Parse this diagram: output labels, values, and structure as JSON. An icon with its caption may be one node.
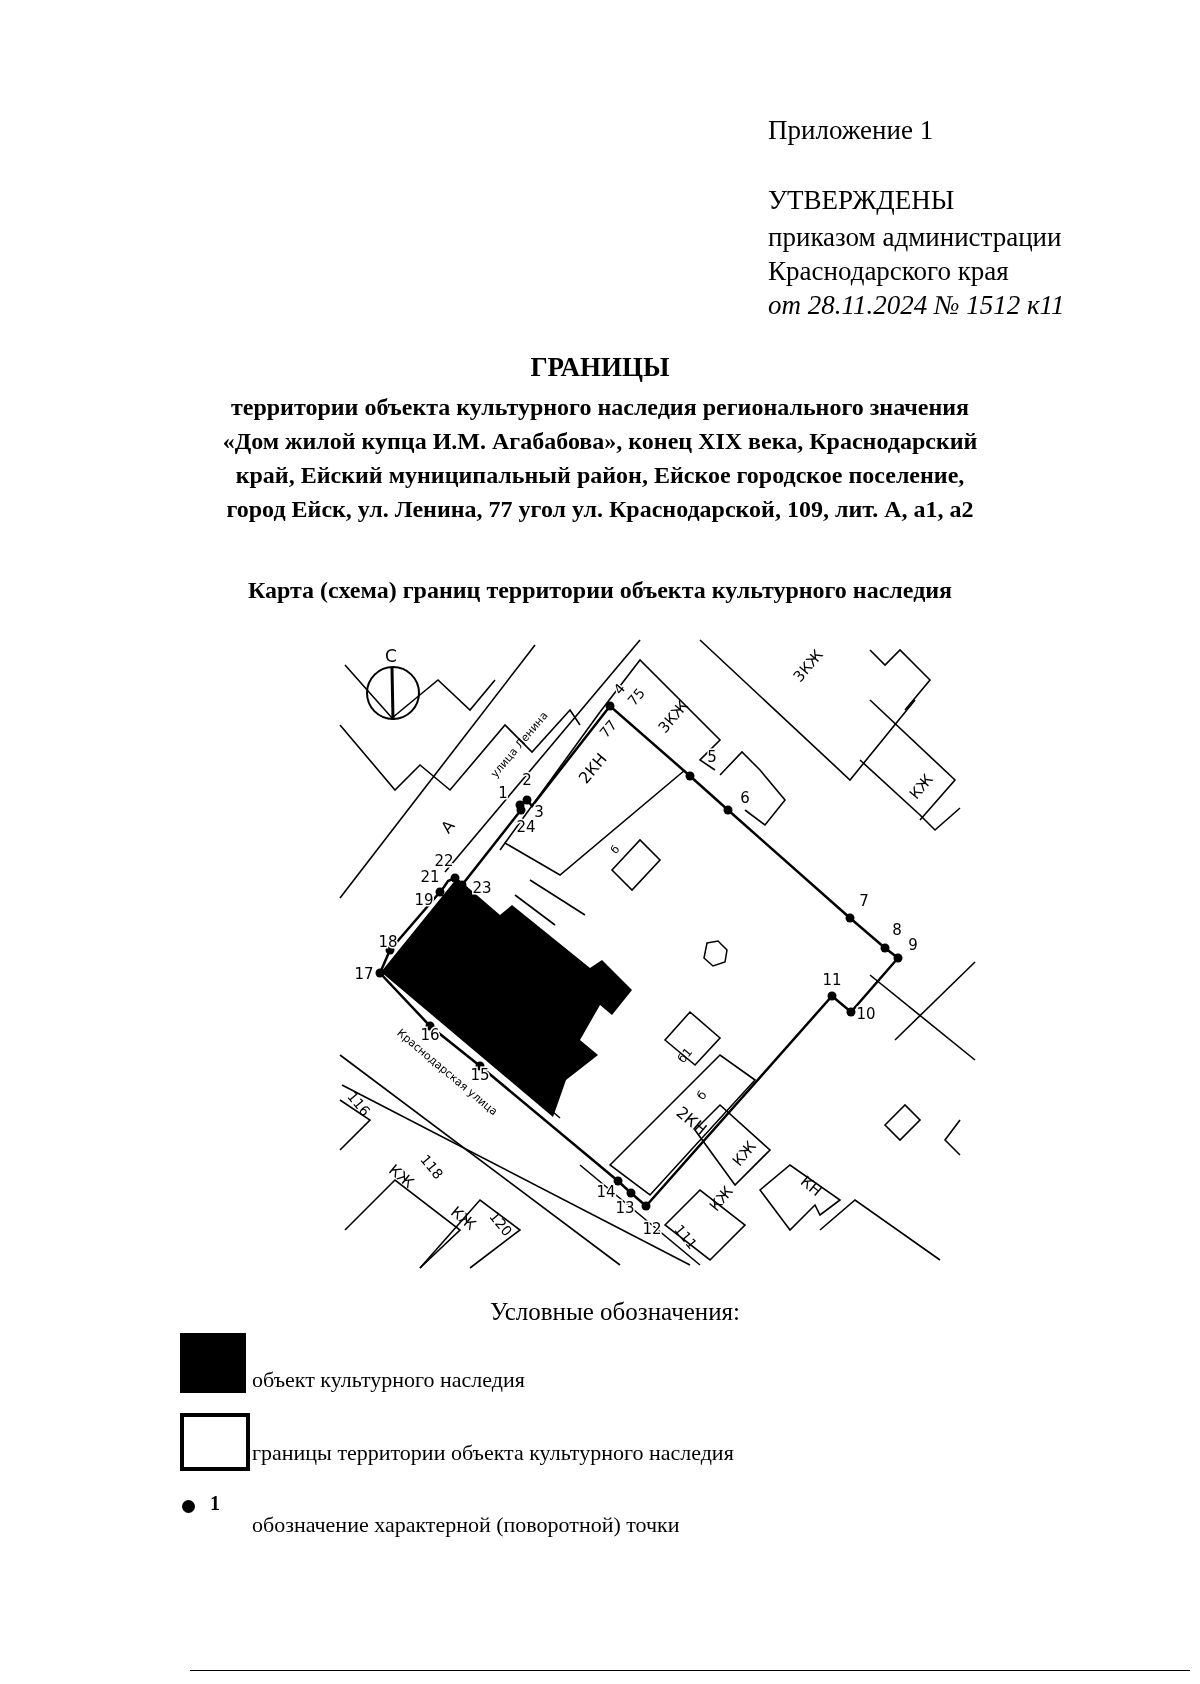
{
  "diagram": {
    "title": "ГРАНИЦЫ",
    "labels": [
      "Приложение 1",
      "УТВЕРЖДЕНЫ",
      "приказом администрации Краснодарского края",
      "от 28.11.2024 № 1512 к11",
      "территории объекта культурного наследия регионального значения «Дом жилой купца И.М. Агабабова», конец XIX века, Краснодарский край, Ейский муниципальный район, Ейское городское поселение, город Ейск, ул. Ленина, 77 угол ул. Краснодарской, 109, лит. А, а1, а2",
      "Карта (схема) границ территории объекта культурного наследия",
      "С",
      "улица Ленина",
      "4",
      "75",
      "3КЖ",
      "77",
      "5",
      "2",
      "1",
      "3",
      "2КН",
      "б",
      "24",
      "А",
      "22",
      "21",
      "23",
      "19",
      "3КЖ",
      "6",
      "КЖ",
      "7",
      "8",
      "9",
      "18",
      "17",
      "11",
      "10",
      "16",
      "б1",
      "15",
      "Краснодарская улица",
      "116",
      "б",
      "2КН",
      "КЖ",
      "118",
      "КЖ",
      "КН",
      "14",
      "КЖ",
      "13",
      "КЖ",
      "120",
      "12",
      "111",
      "Условные обозначения:",
      "1"
    ],
    "legend": [
      {
        "text": "объект культурного наследия",
        "color": "#000000"
      },
      {
        "text": "границы территории объекта культурного наследия"
      },
      {
        "text": "обозначение характерной (поворотной) точки"
      }
    ]
  }
}
